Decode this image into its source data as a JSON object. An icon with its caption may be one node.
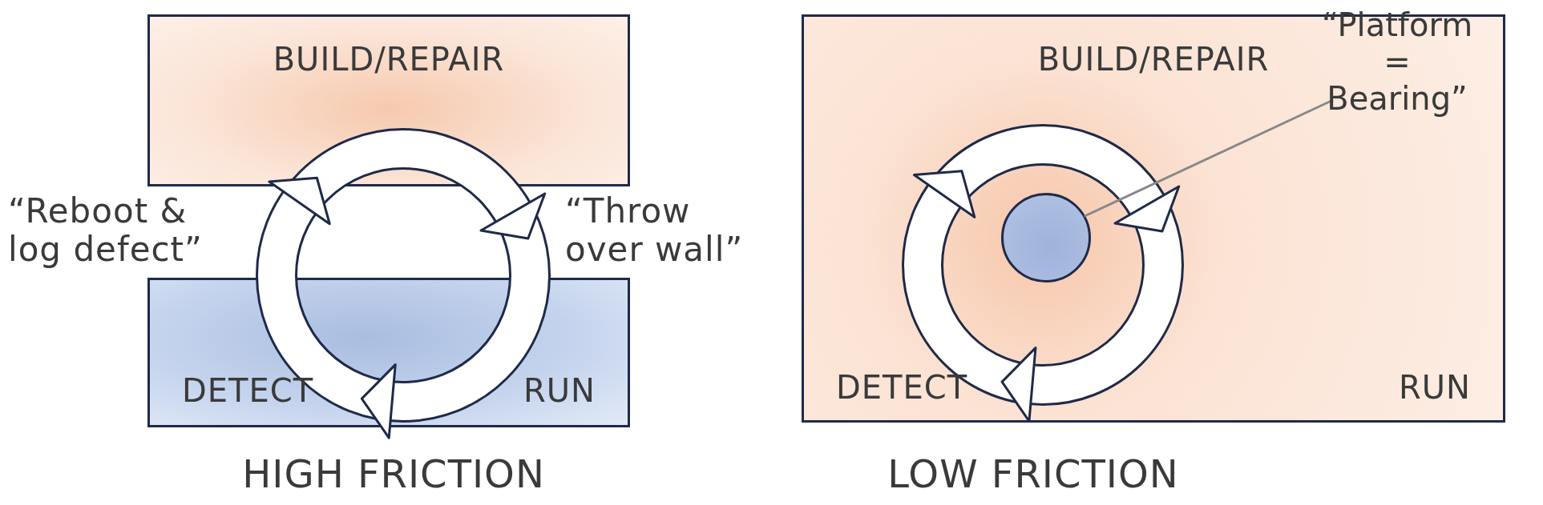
{
  "diagram": {
    "nodes": [
      {
        "text": [
          "BUILD/REPAIR"
        ]
      },
      {
        "text": [
          "DETECT",
          "RUN"
        ]
      },
      {
        "text": [
          "BUILD/REPAIR",
          "DETECT",
          "RUN"
        ]
      },
      {
        "text": [],
        "shape": "circle",
        "in": 2
      },
      {
        "text": [
          "“Platform = Bearing”"
        ],
        "in": 2
      }
    ],
    "edges": [
      {
        "from": 4,
        "to": 3,
        "arrow": "none",
        "color": "#888888"
      }
    ],
    "labels": [
      "“Reboot & log defect”",
      "“Throw over wall”",
      "HIGH FRICTION",
      "LOW FRICTION"
    ]
  }
}
